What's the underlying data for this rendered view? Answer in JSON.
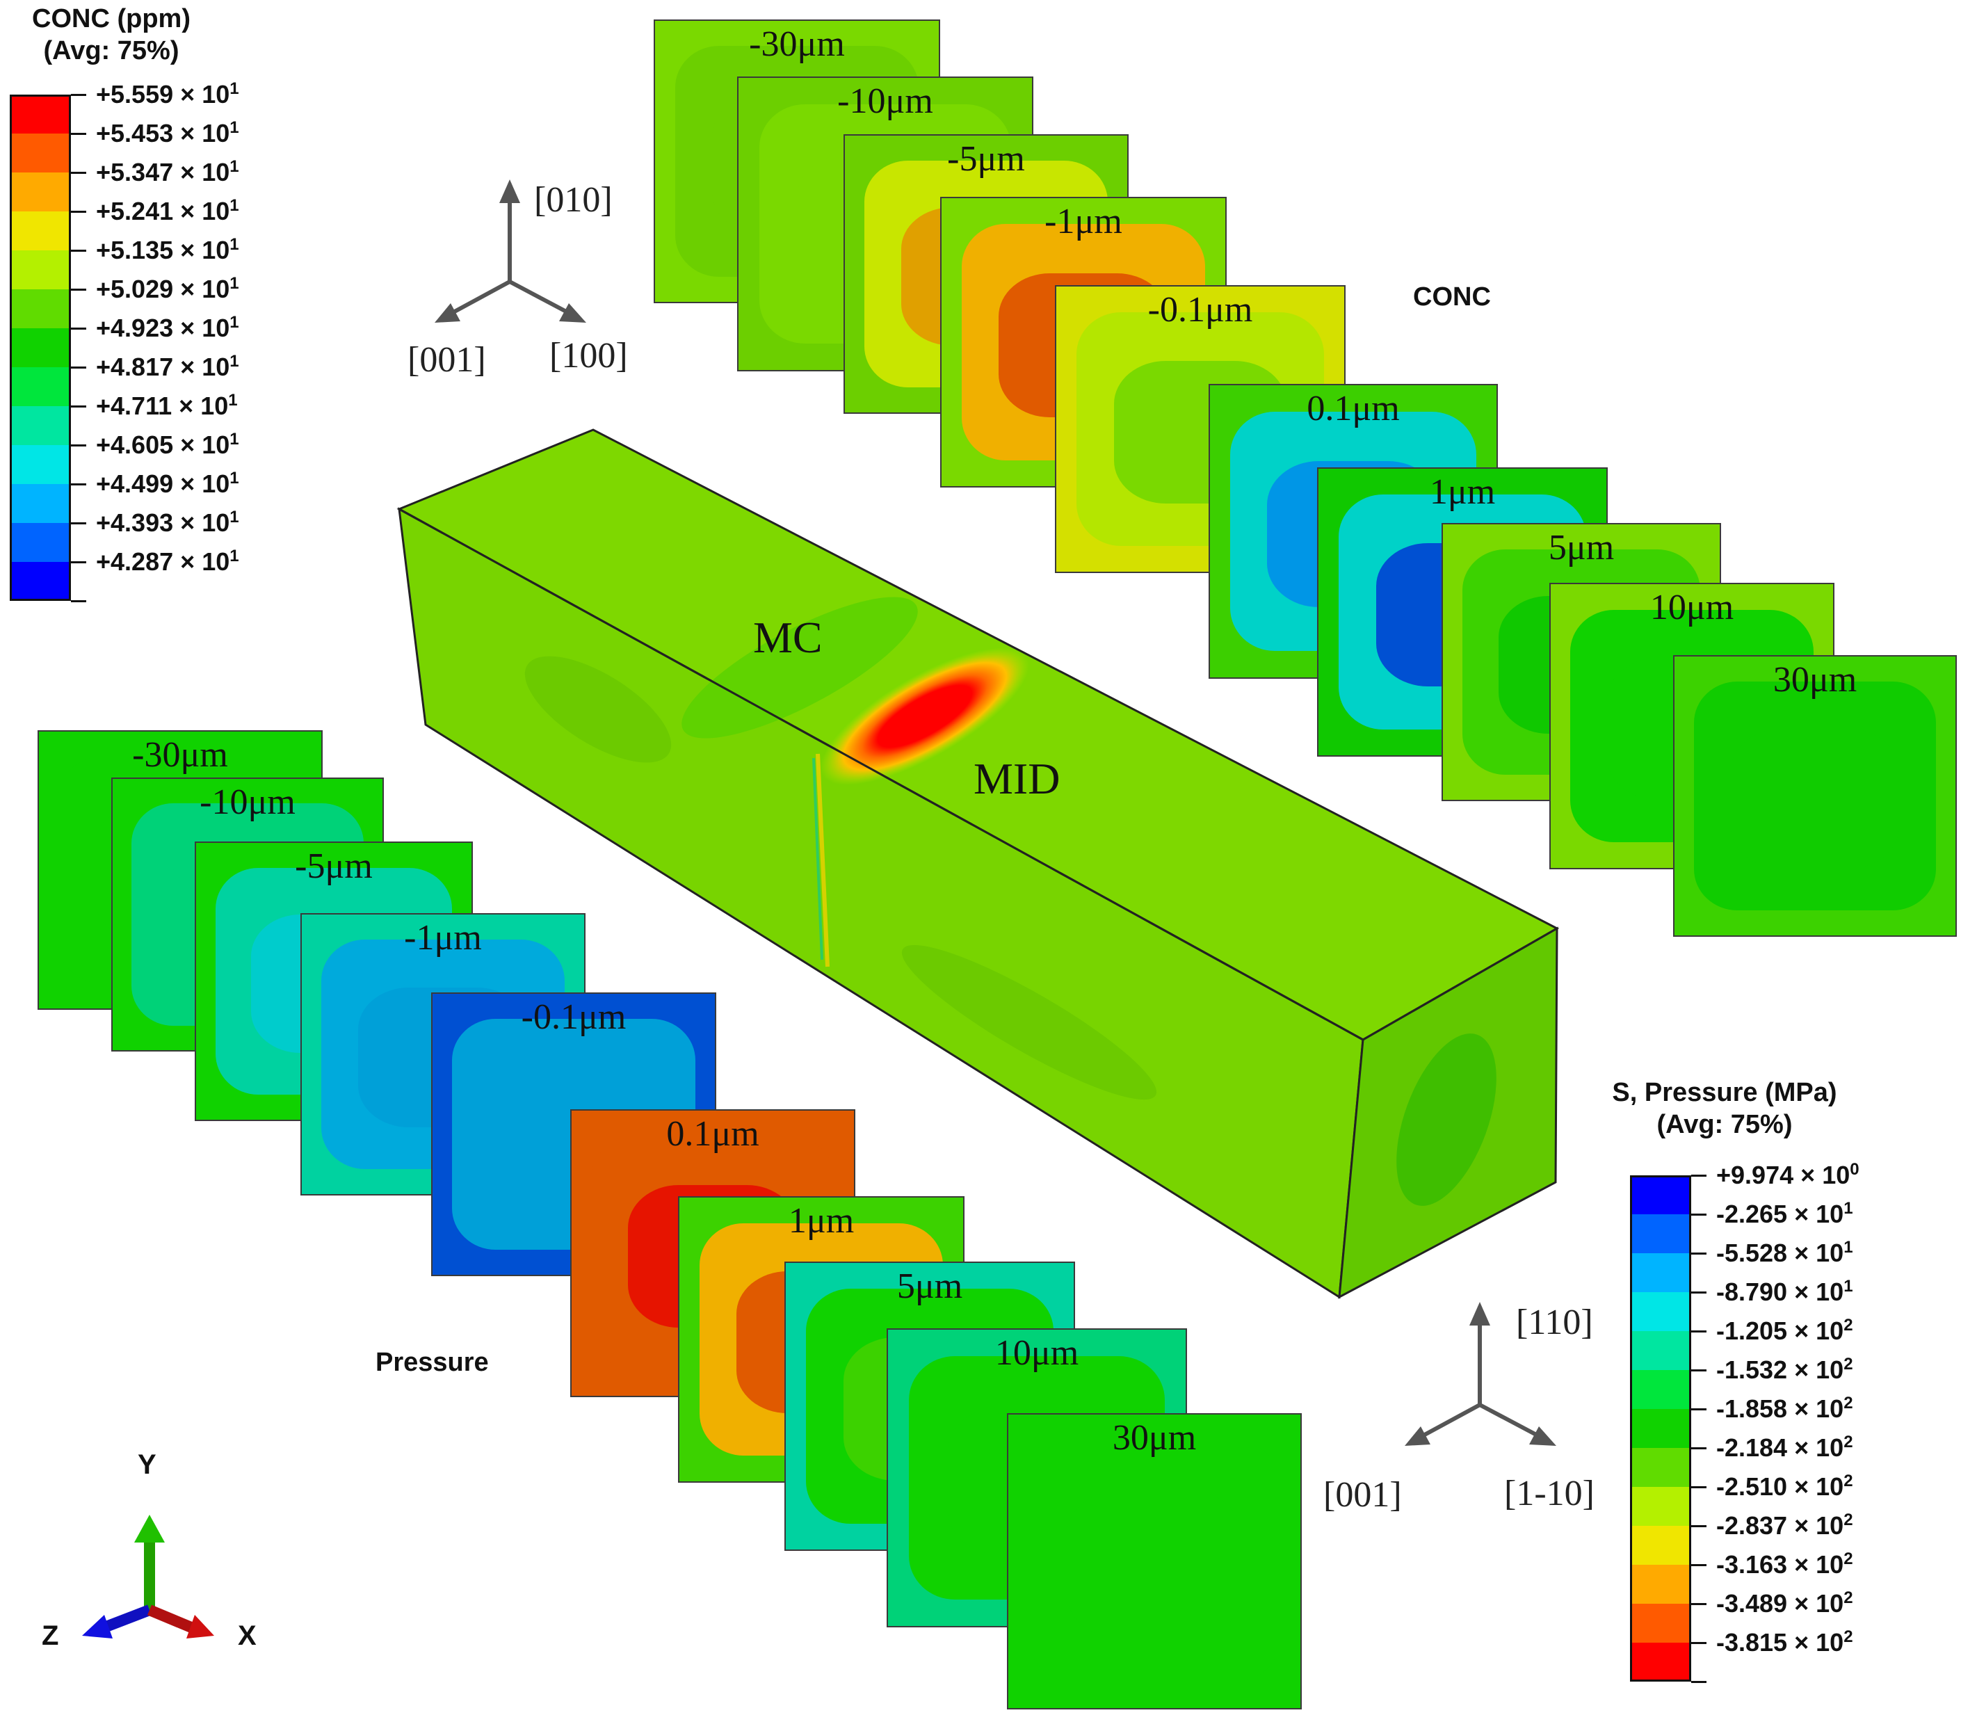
{
  "conc_legend": {
    "title_line1": "CONC (ppm)",
    "title_line2": "(Avg: 75%)",
    "levels": [
      {
        "mant": "+5.559",
        "exp": "1",
        "color": "#ff0000"
      },
      {
        "mant": "+5.453",
        "exp": "1",
        "color": "#ff5a00"
      },
      {
        "mant": "+5.347",
        "exp": "1",
        "color": "#ffaa00"
      },
      {
        "mant": "+5.241",
        "exp": "1",
        "color": "#f0e600"
      },
      {
        "mant": "+5.135",
        "exp": "1",
        "color": "#b4f000"
      },
      {
        "mant": "+5.029",
        "exp": "1",
        "color": "#60dc00"
      },
      {
        "mant": "+4.923",
        "exp": "1",
        "color": "#10d200"
      },
      {
        "mant": "+4.817",
        "exp": "1",
        "color": "#00e63c"
      },
      {
        "mant": "+4.711",
        "exp": "1",
        "color": "#00e6a0"
      },
      {
        "mant": "+4.605",
        "exp": "1",
        "color": "#00e6e6"
      },
      {
        "mant": "+4.499",
        "exp": "1",
        "color": "#00b4ff"
      },
      {
        "mant": "+4.393",
        "exp": "1",
        "color": "#0064ff"
      },
      {
        "mant": "+4.287",
        "exp": "1",
        "color": "#0000ff"
      }
    ]
  },
  "pressure_legend": {
    "title_line1": "S, Pressure (MPa)",
    "title_line2": "(Avg: 75%)",
    "levels": [
      {
        "mant": "+9.974",
        "exp": "0",
        "color": "#0000ff"
      },
      {
        "mant": "-2.265",
        "exp": "1",
        "color": "#0064ff"
      },
      {
        "mant": "-5.528",
        "exp": "1",
        "color": "#00b4ff"
      },
      {
        "mant": "-8.790",
        "exp": "1",
        "color": "#00e6e6"
      },
      {
        "mant": "-1.205",
        "exp": "2",
        "color": "#00e6a0"
      },
      {
        "mant": "-1.532",
        "exp": "2",
        "color": "#00e63c"
      },
      {
        "mant": "-1.858",
        "exp": "2",
        "color": "#10d200"
      },
      {
        "mant": "-2.184",
        "exp": "2",
        "color": "#60dc00"
      },
      {
        "mant": "-2.510",
        "exp": "2",
        "color": "#b4f000"
      },
      {
        "mant": "-2.837",
        "exp": "2",
        "color": "#f0e600"
      },
      {
        "mant": "-3.163",
        "exp": "2",
        "color": "#ffaa00"
      },
      {
        "mant": "-3.489",
        "exp": "2",
        "color": "#ff5a00"
      },
      {
        "mant": "-3.815",
        "exp": "2",
        "color": "#ff0000"
      }
    ]
  },
  "times_sign": "×",
  "exp_base": "10",
  "conc_slices": [
    {
      "label": "-30μm",
      "outer": "#7ad900",
      "inner": "#6ccf00",
      "core": "#6ccf00"
    },
    {
      "label": "-10μm",
      "outer": "#6ccf00",
      "inner": "#7ad900",
      "core": "#7ad900"
    },
    {
      "label": "-5μm",
      "outer": "#6ccf00",
      "inner": "#c8e600",
      "core": "#e0a000"
    },
    {
      "label": "-1μm",
      "outer": "#7ad900",
      "inner": "#f0b000",
      "core": "#e05a00"
    },
    {
      "label": "-0.1μm",
      "outer": "#d4e000",
      "inner": "#b4e600",
      "core": "#7ad900"
    },
    {
      "label": "0.1μm",
      "outer": "#3ccf00",
      "inner": "#00d2c8",
      "core": "#0096e6"
    },
    {
      "label": "1μm",
      "outer": "#10c800",
      "inner": "#00d2c8",
      "core": "#0050d2"
    },
    {
      "label": "5μm",
      "outer": "#7ad900",
      "inner": "#3cd200",
      "core": "#10c800"
    },
    {
      "label": "10μm",
      "outer": "#7ad900",
      "inner": "#10d200",
      "core": "#10d200"
    },
    {
      "label": "30μm",
      "outer": "#3cd200",
      "inner": "#10cc00",
      "core": "#10cc00"
    }
  ],
  "pressure_slices": [
    {
      "label": "-30μm",
      "outer": "#10d200",
      "inner": "#10d200",
      "core": "#10d200"
    },
    {
      "label": "-10μm",
      "outer": "#10d200",
      "inner": "#00d278",
      "core": "#00d278"
    },
    {
      "label": "-5μm",
      "outer": "#10d200",
      "inner": "#00d2a0",
      "core": "#00cccc"
    },
    {
      "label": "-1μm",
      "outer": "#00d2a0",
      "inner": "#00aadc",
      "core": "#00a0d8"
    },
    {
      "label": "-0.1μm",
      "outer": "#0050d2",
      "inner": "#00a0d8",
      "core": "#00a0d8"
    },
    {
      "label": "0.1μm",
      "outer": "#e05a00",
      "inner": "#e05a00",
      "core": "#e61400"
    },
    {
      "label": "1μm",
      "outer": "#3cd200",
      "inner": "#f0b000",
      "core": "#e05a00"
    },
    {
      "label": "5μm",
      "outer": "#00d2a0",
      "inner": "#10d200",
      "core": "#3cd200"
    },
    {
      "label": "10μm",
      "outer": "#00d278",
      "inner": "#10d200",
      "core": "#10d200"
    },
    {
      "label": "30μm",
      "outer": "#10d200",
      "inner": "#10d200",
      "core": "#10d200"
    }
  ],
  "bar": {
    "label_mc": "MC",
    "label_mid": "MID"
  },
  "group_labels": {
    "conc": "CONC",
    "pressure": "Pressure"
  },
  "triad_top": {
    "up": "[010]",
    "left": "[001]",
    "right": "[100]"
  },
  "triad_bottom": {
    "up": "[110]",
    "left": "[001]",
    "right": "[1-10]"
  },
  "global_axes": {
    "y": "Y",
    "z": "Z",
    "x": "X"
  }
}
